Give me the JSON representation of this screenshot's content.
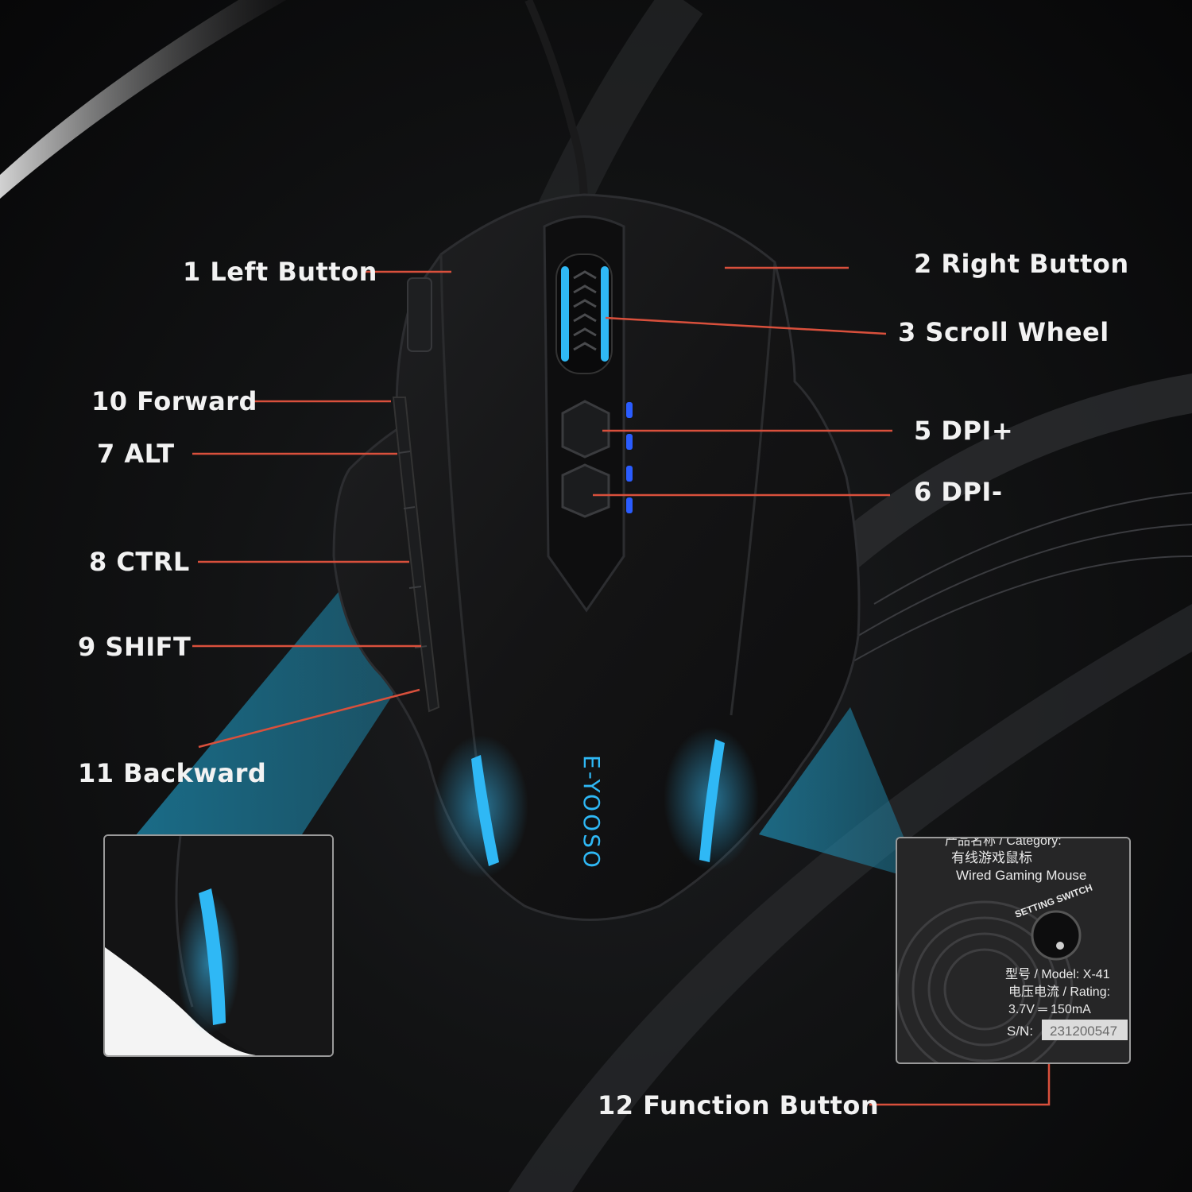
{
  "labels": {
    "left_button": "1 Left Button",
    "right_button": "2 Right Button",
    "scroll_wheel": "3 Scroll Wheel",
    "dpi_plus": "5 DPI+",
    "dpi_minus": "6 DPI-",
    "forward": "10 Forward",
    "alt": "7 ALT",
    "ctrl": "8 CTRL",
    "shift": "9 SHIFT",
    "backward": "11 Backward",
    "function_button": "12 Function Button"
  },
  "brand": "E-YOOSO",
  "sticker": {
    "category_line": "产品名称 / Category:",
    "category_cn": "有线游戏鼠标",
    "category_en": "Wired Gaming Mouse",
    "switch_label": "SETTING SWITCH",
    "model": "型号 / Model: X-41",
    "rating_label": "电压电流 / Rating:",
    "rating_value": "3.7V ═ 150mA",
    "sn_label": "S/N:",
    "sn_value": "231200547"
  },
  "colors": {
    "leader_line": "#d9503c",
    "led_cyan": "#2fb8f5",
    "led_blue": "#2a5cff",
    "highlight_beam": "#1f8fb5",
    "mouse_body": "#151516"
  },
  "icons": [
    "scroll-wheel-icon",
    "dpi-indicator-icon",
    "setting-switch-icon"
  ]
}
